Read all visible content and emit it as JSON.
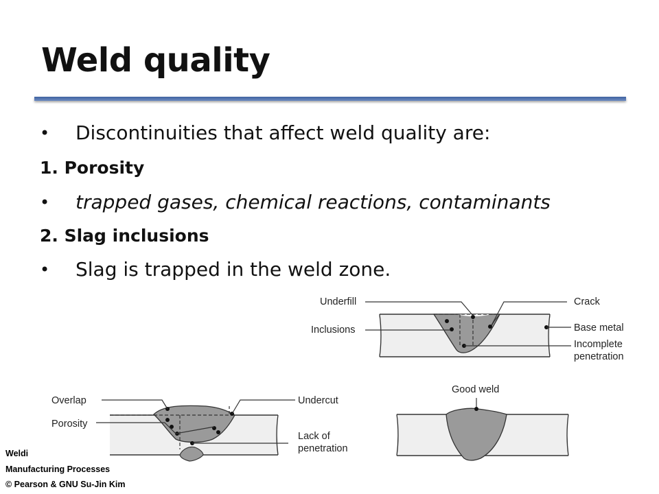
{
  "slide": {
    "title": "Weld quality",
    "bullet_char": "•",
    "lines": [
      {
        "kind": "bullet",
        "text": "Discontinuities that affect weld quality are:"
      },
      {
        "kind": "heading",
        "text": "1. Porosity"
      },
      {
        "kind": "bullet",
        "text": "trapped gases, chemical reactions, contaminants"
      },
      {
        "kind": "heading",
        "text": "2. Slag inclusions"
      },
      {
        "kind": "bullet",
        "text": "Slag is trapped in the weld zone."
      }
    ]
  },
  "figure": {
    "labels": {
      "underfill": "Underfill",
      "crack": "Crack",
      "inclusions": "Inclusions",
      "base_metal": "Base metal",
      "incomplete_1": "Incomplete",
      "incomplete_2": "penetration",
      "overlap": "Overlap",
      "undercut": "Undercut",
      "porosity": "Porosity",
      "lack_1": "Lack of",
      "lack_2": "penetration",
      "good_weld": "Good weld"
    },
    "colors": {
      "weld": "#9a9a9a",
      "plate": "#efefef",
      "stroke": "#333333"
    }
  },
  "footer": {
    "line1": "Weldi",
    "line2": "Manufacturing Processes",
    "line3": "© Pearson & GNU Su-Jin Kim"
  }
}
